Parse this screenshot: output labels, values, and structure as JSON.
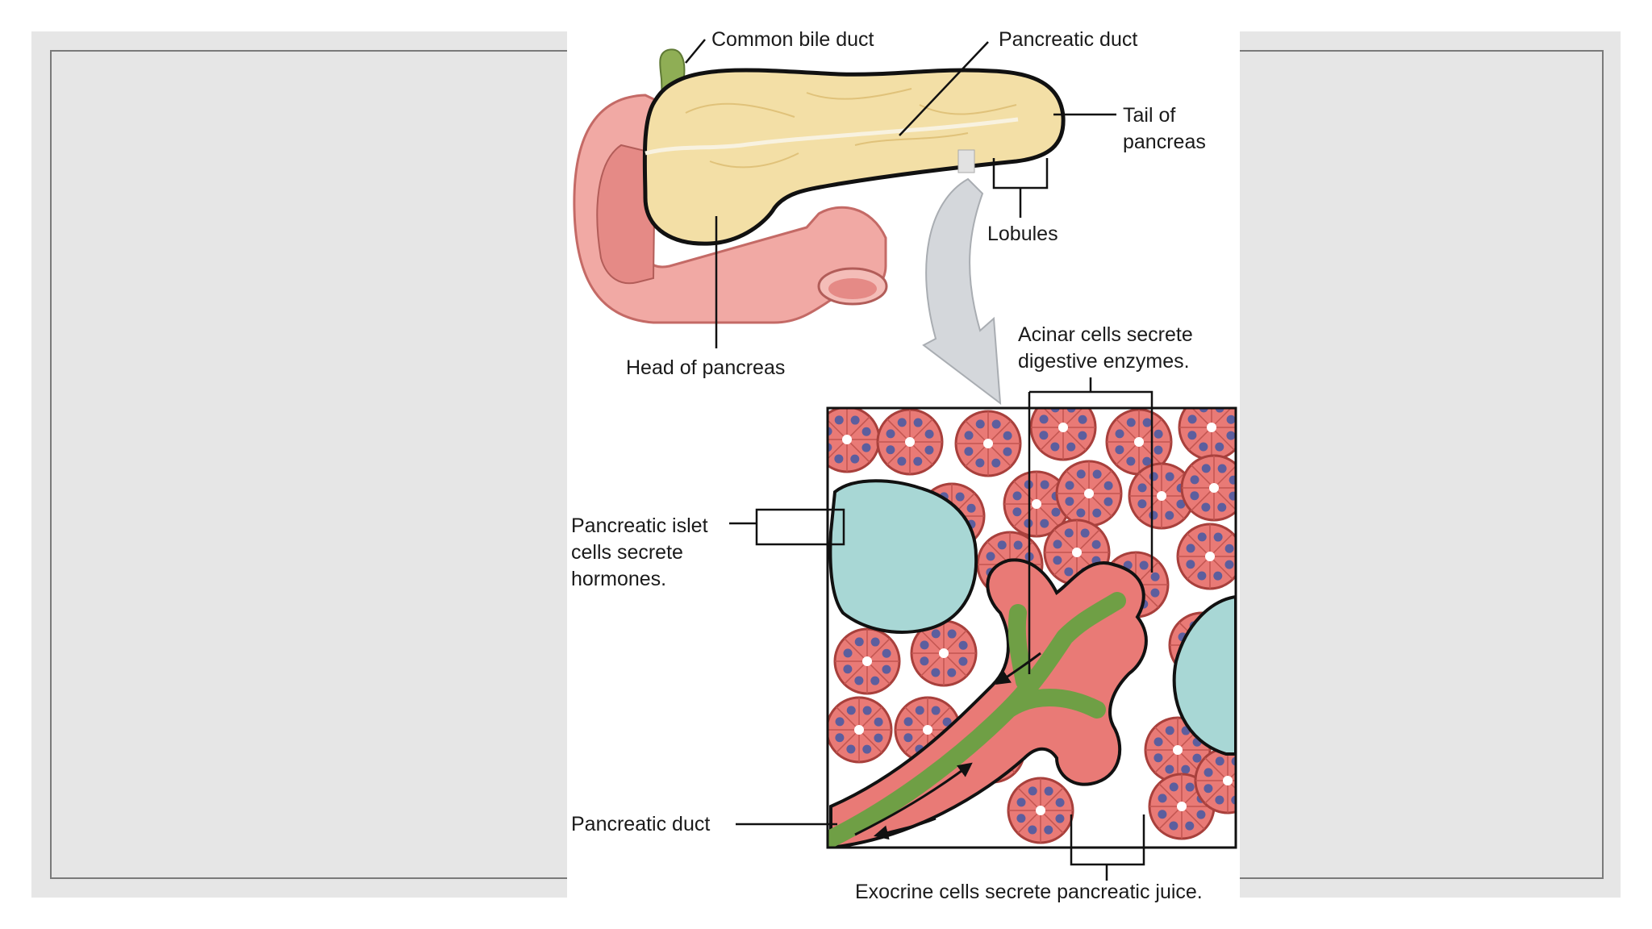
{
  "diagram": {
    "labels": {
      "common_bile_duct": "Common bile duct",
      "pancreatic_duct_top": "Pancreatic duct",
      "tail_line1": "Tail of",
      "tail_line2": "pancreas",
      "lobules": "Lobules",
      "head_of_pancreas": "Head of pancreas",
      "acinar_line1": "Acinar cells secrete",
      "acinar_line2": "digestive enzymes.",
      "islet_line1": "Pancreatic islet",
      "islet_line2": "cells secrete",
      "islet_line3": "hormones.",
      "pancreatic_duct_bottom": "Pancreatic duct",
      "exocrine": "Exocrine cells secrete pancreatic juice."
    },
    "colors": {
      "slide_background": "#e6e6e6",
      "pancreas": "#f3dfa6",
      "duodenum": "#f1a9a4",
      "acinar": "#e97a76",
      "islet": "#a8d7d5",
      "duct": "#7ba84e",
      "arrow": "#c9ccd0"
    }
  }
}
